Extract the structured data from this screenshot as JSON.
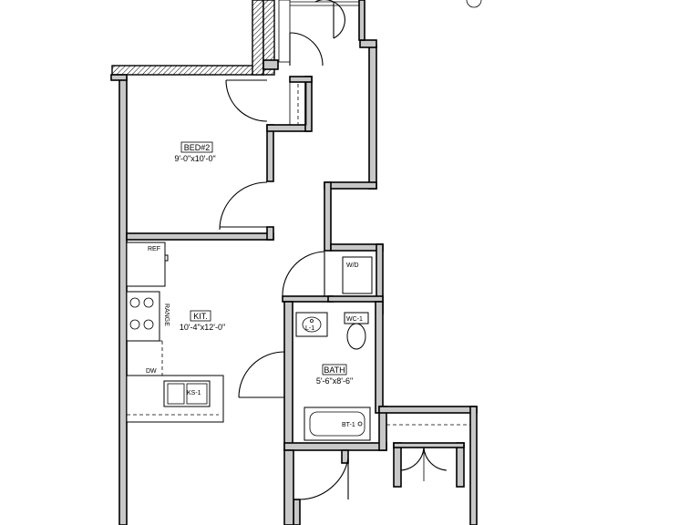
{
  "rooms": {
    "bed2": {
      "name": "BED#2",
      "dims": "9'-0\"x10'-0\""
    },
    "kitchen": {
      "name": "KIT.",
      "dims": "10'-4\"x12'-0\""
    },
    "bath": {
      "name": "BATH",
      "dims": "5'-6\"x8'-6\""
    }
  },
  "fixtures": {
    "ref": "REF",
    "range": "RANGE",
    "dw": "DW",
    "kitchen_sink": "KS-1",
    "washer_dryer": "W/D",
    "lavatory": "L-1",
    "toilet": "WC-1",
    "bathtub": "BT-1"
  }
}
